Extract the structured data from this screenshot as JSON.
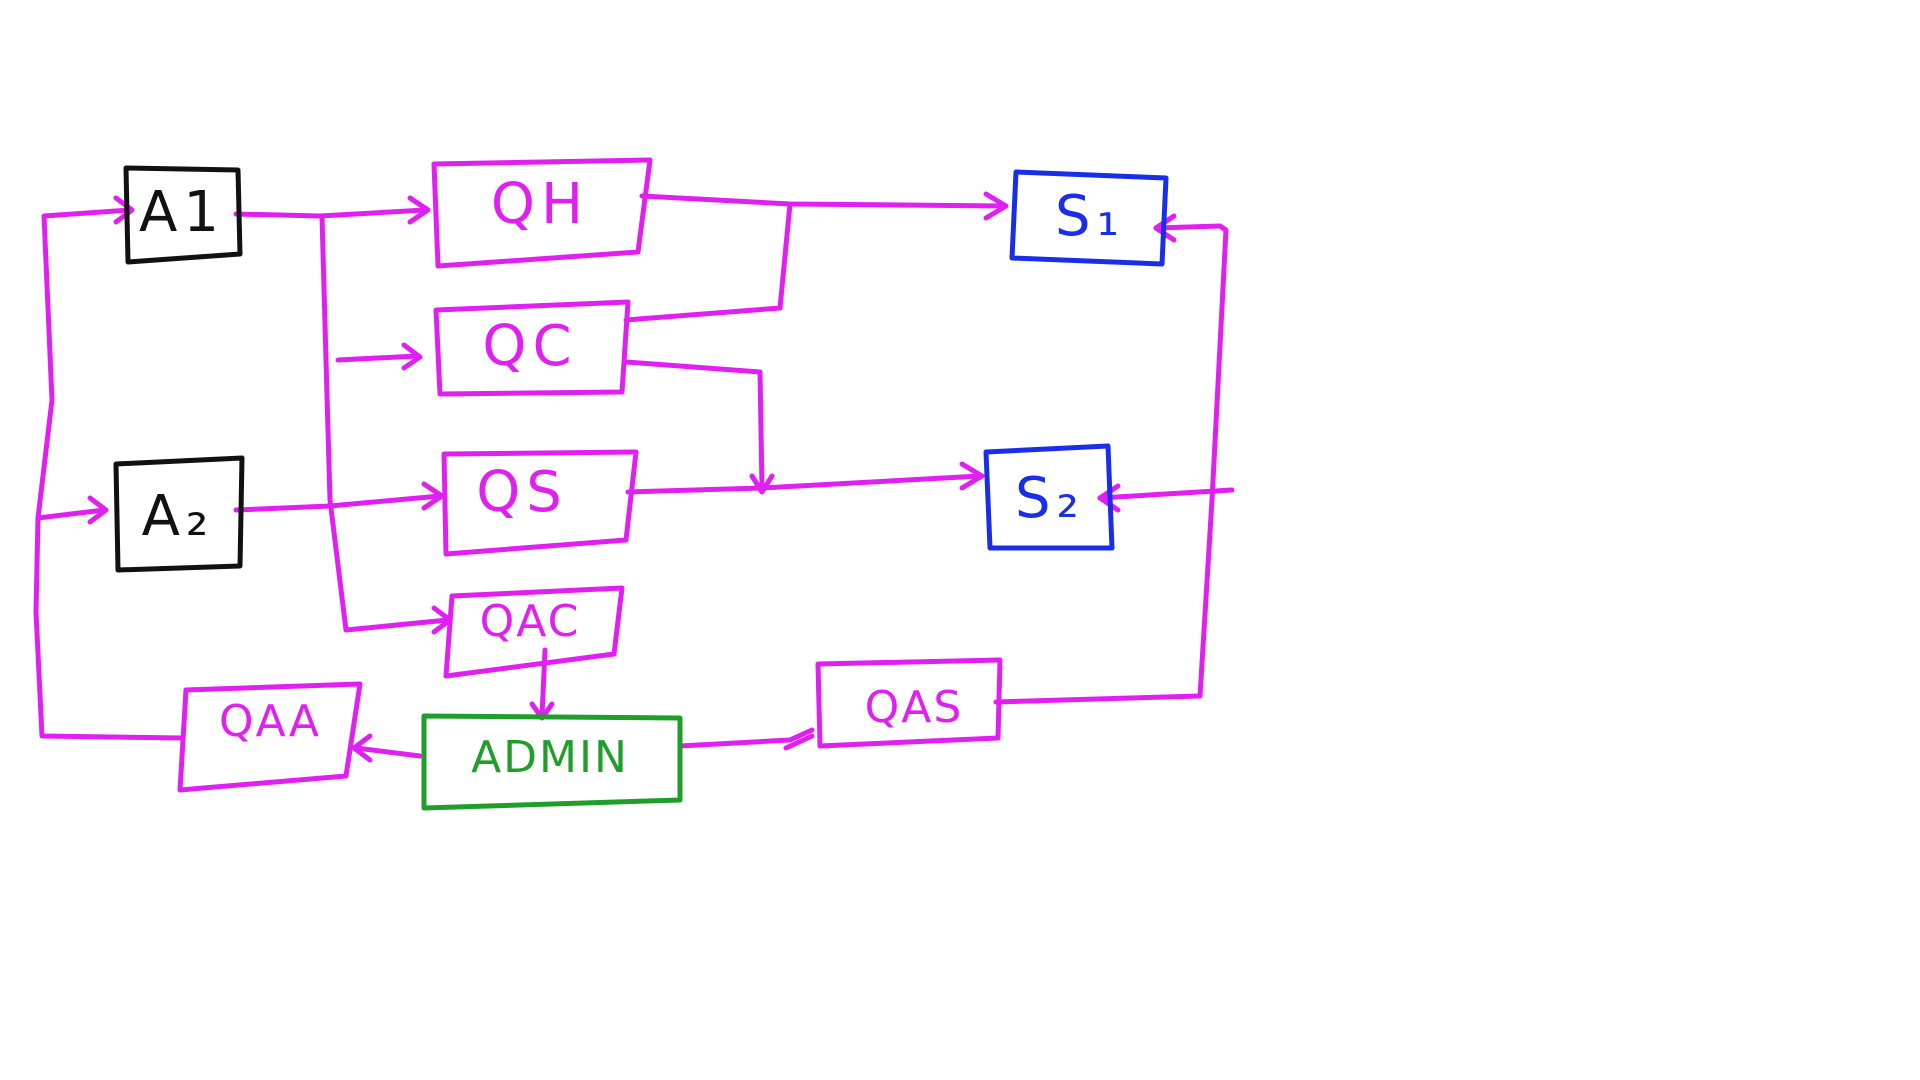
{
  "colors": {
    "wire": "#e020f0",
    "agent": "#111111",
    "queue": "#e020f0",
    "server": "#1a2ee8",
    "admin": "#1f9e2a",
    "background": "#ffffff"
  },
  "nodes": {
    "a1": {
      "label": "A1",
      "kind": "agent"
    },
    "a2": {
      "label": "A₂",
      "kind": "agent"
    },
    "qh": {
      "label": "QH",
      "kind": "queue"
    },
    "qc": {
      "label": "QC",
      "kind": "queue"
    },
    "qs": {
      "label": "QS",
      "kind": "queue"
    },
    "qac": {
      "label": "QAC",
      "kind": "queue"
    },
    "qaa": {
      "label": "QAA",
      "kind": "queue"
    },
    "qas": {
      "label": "QAS",
      "kind": "queue"
    },
    "admin": {
      "label": "ADMIN",
      "kind": "admin"
    },
    "s1": {
      "label": "S₁",
      "kind": "server"
    },
    "s2": {
      "label": "S₂",
      "kind": "server"
    }
  },
  "edges": [
    {
      "from": "a1",
      "to": "qh"
    },
    {
      "from": "a1",
      "to": "qc"
    },
    {
      "from": "a1",
      "to": "qac"
    },
    {
      "from": "a2",
      "to": "qs"
    },
    {
      "from": "qh",
      "to": "s1"
    },
    {
      "from": "qc",
      "to": "s1"
    },
    {
      "from": "qc",
      "to": "s2"
    },
    {
      "from": "qs",
      "to": "s2"
    },
    {
      "from": "qac",
      "to": "admin"
    },
    {
      "from": "admin",
      "to": "qaa"
    },
    {
      "from": "admin",
      "to": "qas"
    },
    {
      "from": "qaa",
      "to": "a1"
    },
    {
      "from": "qaa",
      "to": "a2"
    },
    {
      "from": "qas",
      "to": "s1"
    },
    {
      "from": "qas",
      "to": "s2"
    }
  ]
}
